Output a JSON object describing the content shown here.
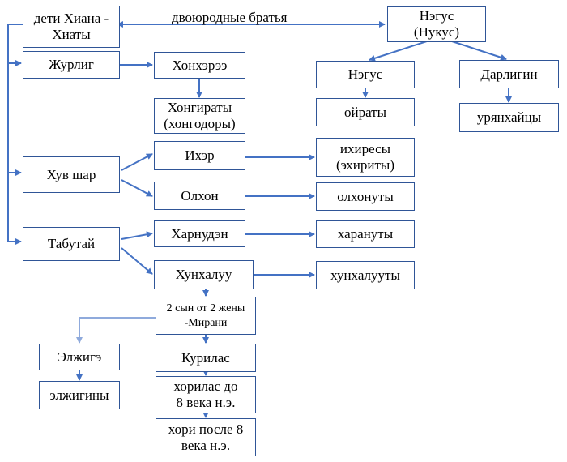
{
  "colors": {
    "box_border": "#2f5597",
    "arrow": "#4472c4",
    "arrow_light": "#8faadc"
  },
  "nodes": {
    "children": "дети Хиана -\nХиаты",
    "negus_top": "Нэгус\n(Нукус)",
    "zhurlig": "Журлиг",
    "khonkheree": "Хонхэрээ",
    "negus": "Нэгус",
    "darligin": "Дарлигин",
    "khongiraty": "Хонгираты\n(хонгодоры)",
    "oiraty": "ойраты",
    "uriankhai": "урянхайцы",
    "ikher": "Ихэр",
    "ikhiresy": "ихиресы\n(эхириты)",
    "khuvshar": "Хув шар",
    "olkhon": "Олхон",
    "olkhonuty": "олхонуты",
    "kharnuden": "Харнудэн",
    "kharanuty": "харануты",
    "tabutai": "Табутай",
    "khunkhaluu": "Хунхалуу",
    "khunkhaluuty": "хунхалууты",
    "two_sons": "2 сын от 2 жены\n-Мирани",
    "elzhige": "Элжигэ",
    "kurilas": "Курилас",
    "elzhiginy": "элжигины",
    "khorilas": "хорилас  до\n8 века н.э.",
    "khori": "хори после 8\nвека н.э."
  },
  "edge_labels": {
    "cousins": "двоюродные братья"
  }
}
